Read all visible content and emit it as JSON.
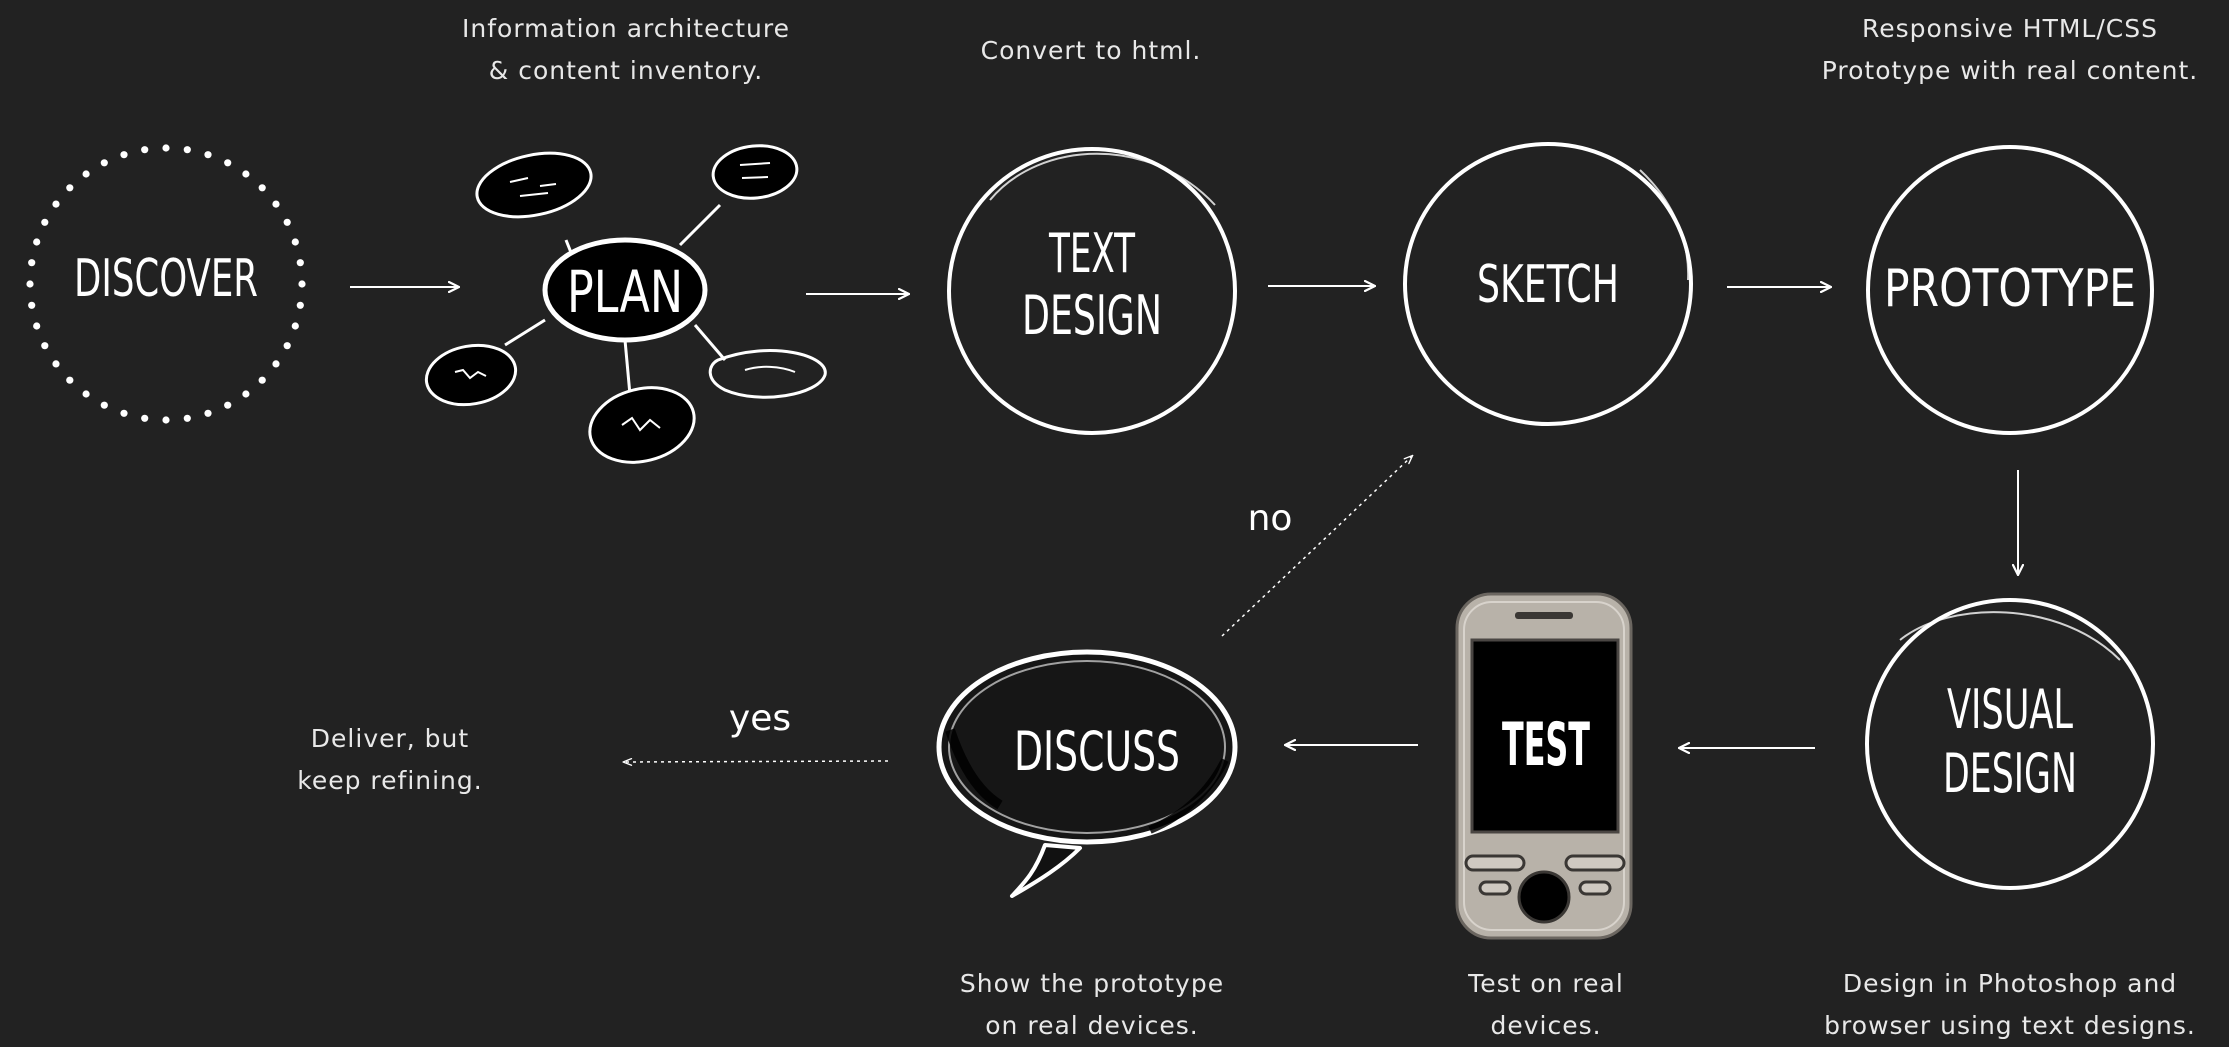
{
  "colors": {
    "background": "#222222",
    "ink": "#ffffff",
    "phone_body": "#b8b2a9",
    "phone_screen": "#000000"
  },
  "nodes": {
    "discover": "DISCOVER",
    "plan": "PLAN",
    "text_design_line1": "TEXT",
    "text_design_line2": "DESIGN",
    "sketch": "SKETCH",
    "prototype": "PROTOTYPE",
    "visual_design_line1": "VISUAL",
    "visual_design_line2": "DESIGN",
    "test": "TEST",
    "discuss": "DISCUSS"
  },
  "edge_labels": {
    "no": "no",
    "yes": "yes"
  },
  "captions": {
    "plan_line1": "Information architecture",
    "plan_line2": "& content inventory.",
    "text_design": "Convert to html.",
    "prototype_line1": "Responsive HTML/CSS",
    "prototype_line2": "Prototype with real content.",
    "deliver_line1": "Deliver, but",
    "deliver_line2": "keep refining.",
    "discuss_line1": "Show the prototype",
    "discuss_line2": "on real devices.",
    "test_line1": "Test on real",
    "test_line2": "devices.",
    "visual_line1": "Design in Photoshop and",
    "visual_line2": "browser using text designs."
  },
  "icons": [
    "dotted-circle-icon",
    "mind-map-icon",
    "sketched-circle-icon",
    "smartphone-icon",
    "speech-bubble-icon",
    "arrow-icon"
  ]
}
